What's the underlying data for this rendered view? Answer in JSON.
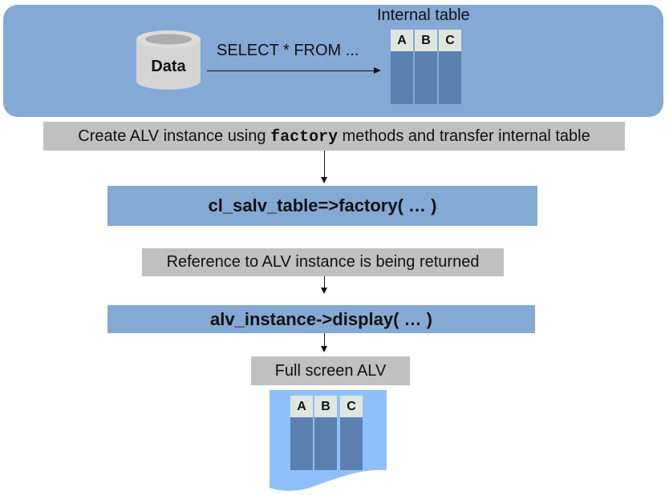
{
  "source": {
    "label": "Data",
    "icon": "database-cylinder-icon"
  },
  "query": {
    "label": "SELECT * FROM ..."
  },
  "internal_table": {
    "title": "Internal table",
    "columns": [
      "A",
      "B",
      "C"
    ]
  },
  "steps": {
    "create": {
      "prefix": "Create ALV instance using ",
      "keyword": "factory",
      "suffix": " methods and transfer internal table"
    },
    "factory_call": "cl_salv_table=>factory( … )",
    "reference": "Reference to ALV instance is being returned",
    "display_call": "alv_instance->display( … )",
    "result": "Full screen ALV"
  },
  "full_screen_table": {
    "columns": [
      "A",
      "B",
      "C"
    ]
  },
  "colors": {
    "panel_blue": "#85a9d5",
    "column_blue": "#5b80b0",
    "header_gray": "#dfe6e0",
    "box_gray": "#c0c0c0",
    "screen_blue": "#8fc0fb"
  }
}
